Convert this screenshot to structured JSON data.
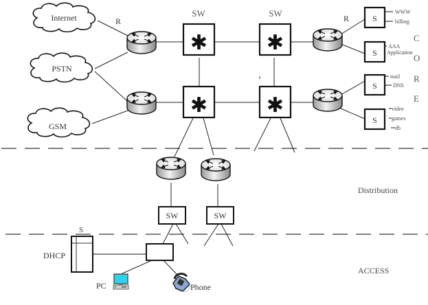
{
  "diagram": {
    "clouds": [
      {
        "id": "internet",
        "label": "Internet"
      },
      {
        "id": "pstn",
        "label": "PSTN"
      },
      {
        "id": "gsm",
        "label": "GSM"
      }
    ],
    "router_label": "R",
    "server_router_label": "R",
    "core_switch_label": "SW",
    "core_switch_glyph": "✱",
    "servers": [
      {
        "label": "S",
        "services": [
          "WWW",
          "billing"
        ]
      },
      {
        "label": "S",
        "services": [
          "AAA",
          "Application"
        ]
      },
      {
        "label": "S",
        "services": [
          "mail",
          "DNS"
        ]
      },
      {
        "label": "S",
        "services": [
          "video",
          "games",
          "db"
        ]
      }
    ],
    "core_letters": [
      "C",
      "O",
      "R",
      "E"
    ],
    "distribution": {
      "zone_label": "Distribution",
      "switches": [
        {
          "label": "SW"
        },
        {
          "label": "SW"
        }
      ]
    },
    "access": {
      "zone_label": "ACCESS",
      "dhcp_label": "DHCP",
      "dhcp_server_label": "S",
      "pc_label": "PC",
      "phone_label": "Phone"
    }
  }
}
